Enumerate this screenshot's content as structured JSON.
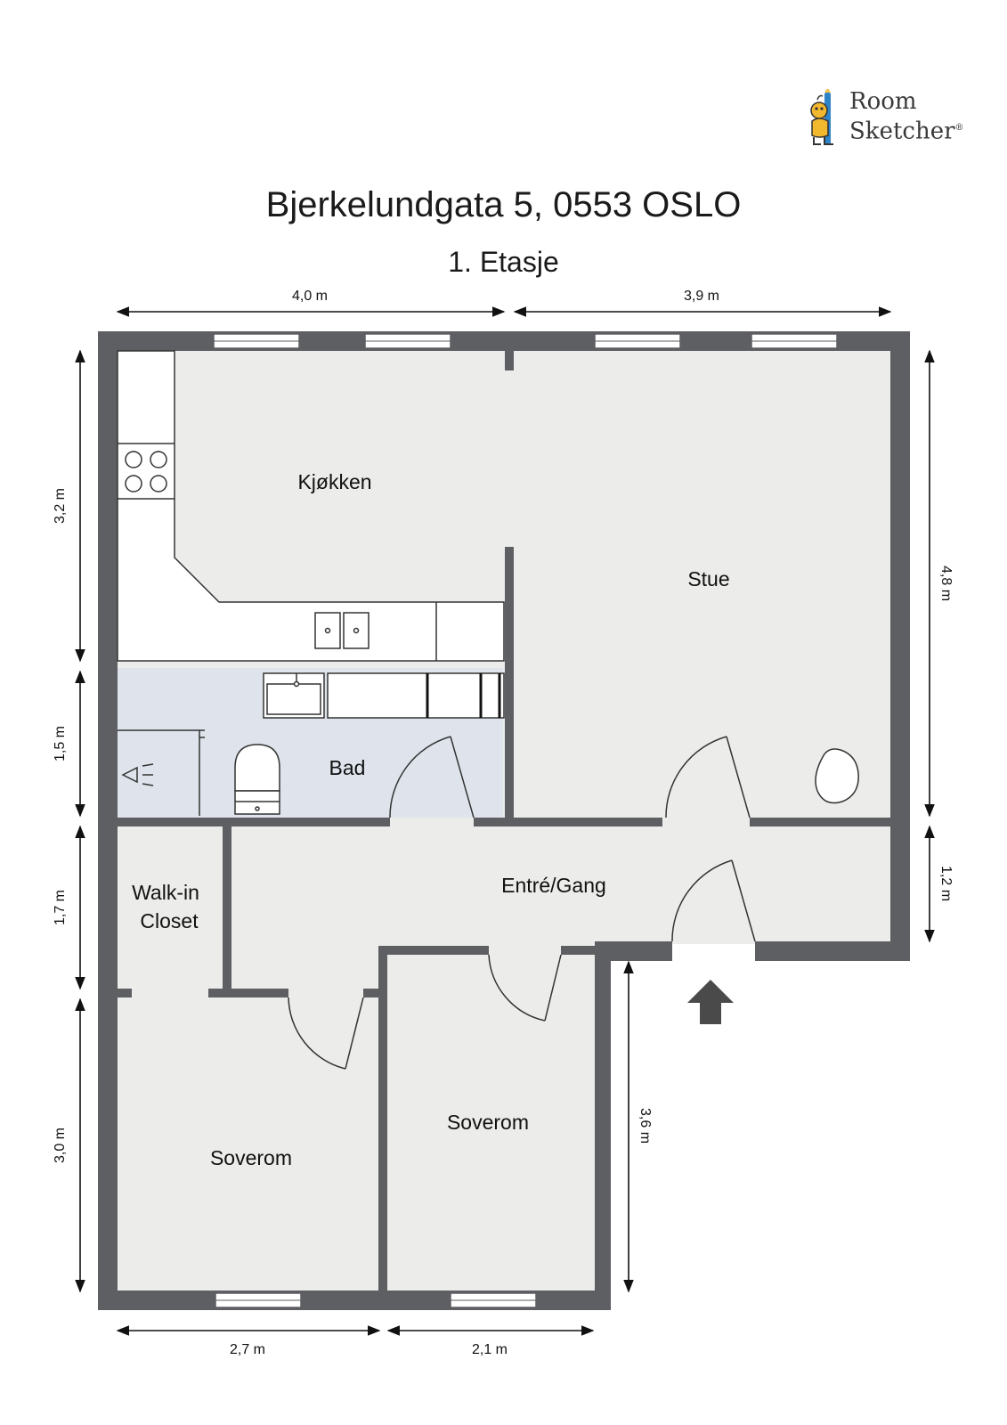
{
  "brand": {
    "line1": "Room",
    "line2": "Sketcher",
    "mark": "®"
  },
  "title": "Bjerkelundgata 5, 0553 OSLO",
  "subtitle": "1. Etasje",
  "rooms": {
    "kitchen": "Kjøkken",
    "living": "Stue",
    "bath": "Bad",
    "hall": "Entré/Gang",
    "closet_line1": "Walk-in",
    "closet_line2": "Closet",
    "bed1": "Soverom",
    "bed2": "Soverom"
  },
  "dimensions": {
    "top_left": "4,0 m",
    "top_right": "3,9 m",
    "left_1": "3,2 m",
    "left_2": "1,5 m",
    "left_3": "1,7 m",
    "left_4": "3,0 m",
    "right_1": "4,8 m",
    "right_2": "1,2 m",
    "inner_right": "3,6 m",
    "bottom_left": "2,7 m",
    "bottom_right": "2,1 m"
  },
  "colors": {
    "wall": "#5e5f63",
    "floor": "#ececea",
    "bath_floor": "#dfe4ec",
    "fixture_line": "#333333"
  }
}
